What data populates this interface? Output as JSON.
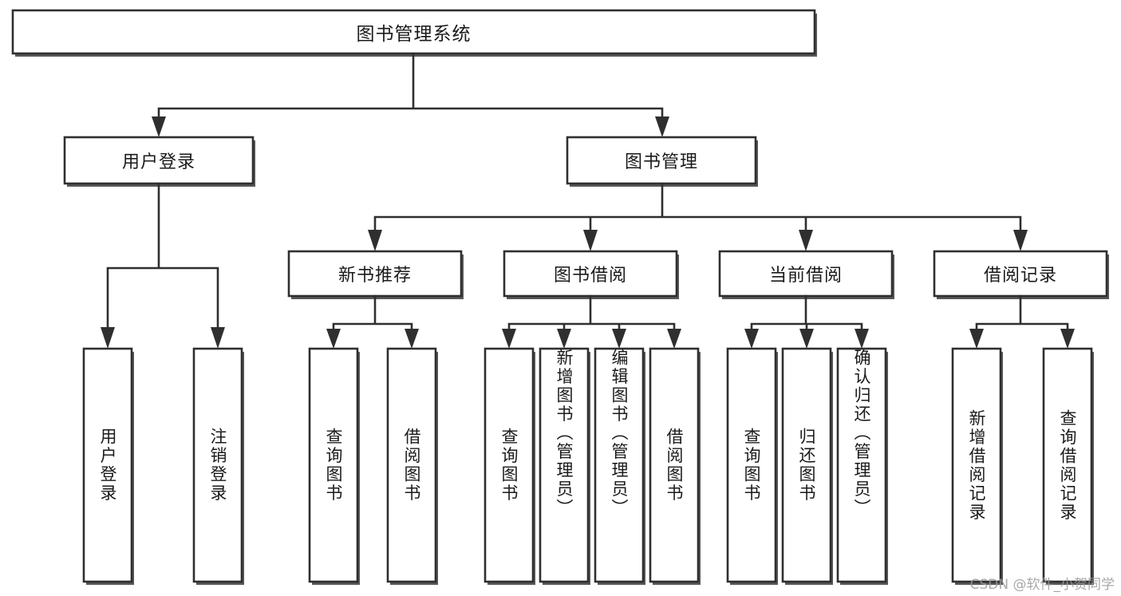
{
  "diagram": {
    "type": "tree-hierarchy-chart",
    "title": "图书管理系统",
    "watermark": "CSDN @软件_小贺同学",
    "colors": {
      "stroke": "#2f2f2f",
      "fill": "#ffffff",
      "text": "#1a1a1a",
      "watermark": "#9a9a9a"
    },
    "root": {
      "label": "图书管理系统",
      "orientation": "horizontal"
    },
    "level1": [
      {
        "label": "用户登录",
        "orientation": "horizontal"
      },
      {
        "label": "图书管理",
        "orientation": "horizontal"
      }
    ],
    "level2": [
      {
        "label": "新书推荐",
        "orientation": "horizontal",
        "parent": "图书管理"
      },
      {
        "label": "图书借阅",
        "orientation": "horizontal",
        "parent": "图书管理"
      },
      {
        "label": "当前借阅",
        "orientation": "horizontal",
        "parent": "图书管理"
      },
      {
        "label": "借阅记录",
        "orientation": "horizontal",
        "parent": "图书管理"
      }
    ],
    "leaves": [
      {
        "label": "用户登录",
        "orientation": "vertical",
        "parent": "用户登录"
      },
      {
        "label": "注销登录",
        "orientation": "vertical",
        "parent": "用户登录"
      },
      {
        "label": "查询图书",
        "orientation": "vertical",
        "parent": "新书推荐"
      },
      {
        "label": "借阅图书",
        "orientation": "vertical",
        "parent": "新书推荐"
      },
      {
        "label": "查询图书",
        "orientation": "vertical",
        "parent": "图书借阅"
      },
      {
        "label": "新增图书（管理员）",
        "orientation": "vertical",
        "parent": "图书借阅"
      },
      {
        "label": "编辑图书（管理员）",
        "orientation": "vertical",
        "parent": "图书借阅"
      },
      {
        "label": "借阅图书",
        "orientation": "vertical",
        "parent": "图书借阅"
      },
      {
        "label": "查询图书",
        "orientation": "vertical",
        "parent": "当前借阅"
      },
      {
        "label": "归还图书",
        "orientation": "vertical",
        "parent": "当前借阅"
      },
      {
        "label": "确认归还（管理员）",
        "orientation": "vertical",
        "parent": "当前借阅"
      },
      {
        "label": "新增借阅记录",
        "orientation": "vertical",
        "parent": "借阅记录"
      },
      {
        "label": "查询借阅记录",
        "orientation": "vertical",
        "parent": "借阅记录"
      }
    ]
  }
}
